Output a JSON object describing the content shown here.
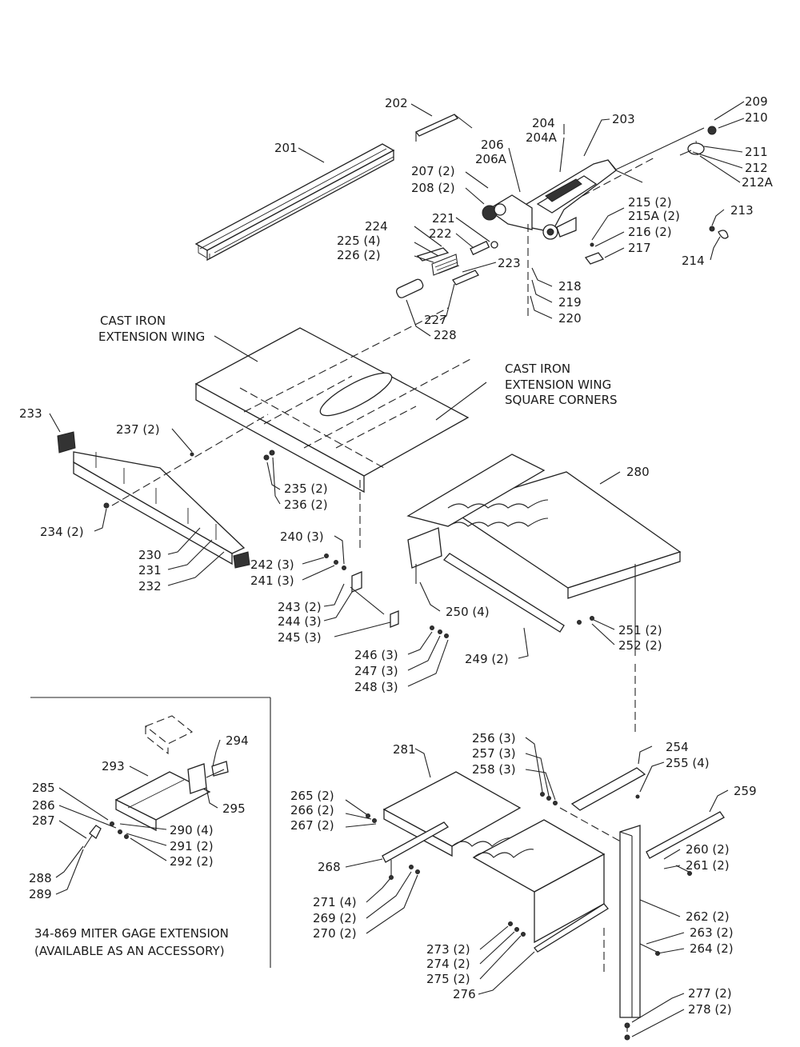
{
  "callouts": [
    {
      "id": "c201",
      "text": "201"
    },
    {
      "id": "c202",
      "text": "202"
    },
    {
      "id": "c203",
      "text": "203"
    },
    {
      "id": "c204",
      "text": "204"
    },
    {
      "id": "c204a",
      "text": "204A"
    },
    {
      "id": "c206",
      "text": "206"
    },
    {
      "id": "c206a",
      "text": "206A"
    },
    {
      "id": "c207",
      "text": "207 (2)"
    },
    {
      "id": "c208",
      "text": "208 (2)"
    },
    {
      "id": "c209",
      "text": "209"
    },
    {
      "id": "c210",
      "text": "210"
    },
    {
      "id": "c211",
      "text": "211"
    },
    {
      "id": "c212",
      "text": "212"
    },
    {
      "id": "c212a",
      "text": "212A"
    },
    {
      "id": "c213",
      "text": "213"
    },
    {
      "id": "c214",
      "text": "214"
    },
    {
      "id": "c215",
      "text": "215 (2)"
    },
    {
      "id": "c215a",
      "text": "215A (2)"
    },
    {
      "id": "c216",
      "text": "216 (2)"
    },
    {
      "id": "c217",
      "text": "217"
    },
    {
      "id": "c218",
      "text": "218"
    },
    {
      "id": "c219",
      "text": "219"
    },
    {
      "id": "c220",
      "text": "220"
    },
    {
      "id": "c221",
      "text": "221"
    },
    {
      "id": "c222",
      "text": "222"
    },
    {
      "id": "c223",
      "text": "223"
    },
    {
      "id": "c224",
      "text": "224"
    },
    {
      "id": "c225",
      "text": "225 (4)"
    },
    {
      "id": "c226",
      "text": "226 (2)"
    },
    {
      "id": "c227",
      "text": "227"
    },
    {
      "id": "c228",
      "text": "228"
    },
    {
      "id": "c230",
      "text": "230"
    },
    {
      "id": "c231",
      "text": "231"
    },
    {
      "id": "c232",
      "text": "232"
    },
    {
      "id": "c233",
      "text": "233"
    },
    {
      "id": "c234",
      "text": "234 (2)"
    },
    {
      "id": "c235",
      "text": "235 (2)"
    },
    {
      "id": "c236",
      "text": "236 (2)"
    },
    {
      "id": "c237",
      "text": "237 (2)"
    },
    {
      "id": "c240",
      "text": "240 (3)"
    },
    {
      "id": "c241",
      "text": "241 (3)"
    },
    {
      "id": "c242",
      "text": "242 (3)"
    },
    {
      "id": "c243",
      "text": "243 (2)"
    },
    {
      "id": "c244",
      "text": "244 (3)"
    },
    {
      "id": "c245",
      "text": "245 (3)"
    },
    {
      "id": "c246",
      "text": "246 (3)"
    },
    {
      "id": "c247",
      "text": "247 (3)"
    },
    {
      "id": "c248",
      "text": "248 (3)"
    },
    {
      "id": "c249",
      "text": "249 (2)"
    },
    {
      "id": "c250",
      "text": "250 (4)"
    },
    {
      "id": "c251",
      "text": "251 (2)"
    },
    {
      "id": "c252",
      "text": "252 (2)"
    },
    {
      "id": "c254",
      "text": "254"
    },
    {
      "id": "c255",
      "text": "255 (4)"
    },
    {
      "id": "c256",
      "text": "256 (3)"
    },
    {
      "id": "c257",
      "text": "257 (3)"
    },
    {
      "id": "c258",
      "text": "258 (3)"
    },
    {
      "id": "c259",
      "text": "259"
    },
    {
      "id": "c260",
      "text": "260 (2)"
    },
    {
      "id": "c261",
      "text": "261 (2)"
    },
    {
      "id": "c262",
      "text": "262 (2)"
    },
    {
      "id": "c263",
      "text": "263 (2)"
    },
    {
      "id": "c264",
      "text": "264 (2)"
    },
    {
      "id": "c265",
      "text": "265 (2)"
    },
    {
      "id": "c266",
      "text": "266 (2)"
    },
    {
      "id": "c267",
      "text": "267 (2)"
    },
    {
      "id": "c268",
      "text": "268"
    },
    {
      "id": "c269",
      "text": "269 (2)"
    },
    {
      "id": "c270",
      "text": "270 (2)"
    },
    {
      "id": "c271",
      "text": "271 (4)"
    },
    {
      "id": "c273",
      "text": "273 (2)"
    },
    {
      "id": "c274",
      "text": "274 (2)"
    },
    {
      "id": "c275",
      "text": "275 (2)"
    },
    {
      "id": "c276",
      "text": "276"
    },
    {
      "id": "c277",
      "text": "277 (2)"
    },
    {
      "id": "c278",
      "text": "278 (2)"
    },
    {
      "id": "c280",
      "text": "280"
    },
    {
      "id": "c281",
      "text": "281"
    },
    {
      "id": "c285",
      "text": "285"
    },
    {
      "id": "c286",
      "text": "286"
    },
    {
      "id": "c287",
      "text": "287"
    },
    {
      "id": "c288",
      "text": "288"
    },
    {
      "id": "c289",
      "text": "289"
    },
    {
      "id": "c290",
      "text": "290 (4)"
    },
    {
      "id": "c291",
      "text": "291 (2)"
    },
    {
      "id": "c292",
      "text": "292 (2)"
    },
    {
      "id": "c293",
      "text": "293"
    },
    {
      "id": "c294",
      "text": "294"
    },
    {
      "id": "c295",
      "text": "295"
    }
  ],
  "notes": {
    "wing_line1": "CAST IRON",
    "wing_line2": "EXTENSION WING",
    "square_line1": "CAST IRON",
    "square_line2": "EXTENSION WING",
    "square_line3": "SQUARE CORNERS",
    "accessory_line1": "34-869 MITER GAGE EXTENSION",
    "accessory_line2": "(AVAILABLE AS AN ACCESSORY)"
  }
}
